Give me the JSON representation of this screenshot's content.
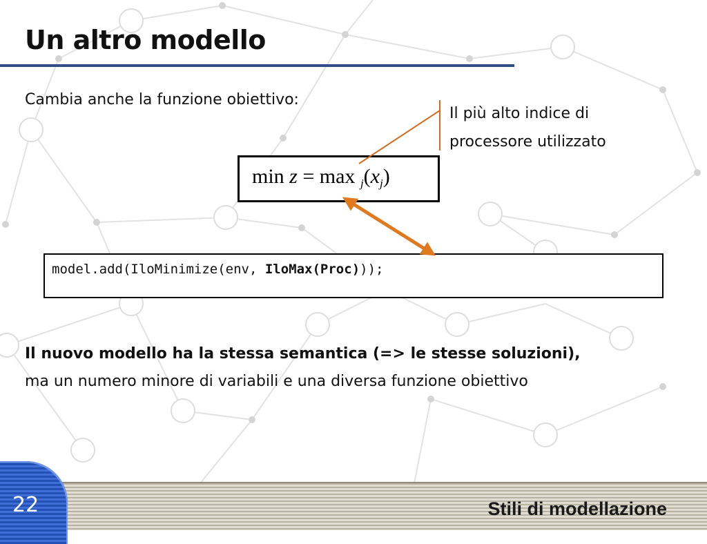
{
  "slide": {
    "title": "Un altro modello",
    "intro": "Cambia anche la funzione obiettivo:",
    "annotation_line1": "Il più alto indice di",
    "annotation_line2": "processore utilizzato",
    "formula": {
      "min": "min",
      "z": "z",
      "eq": "=",
      "max": "max",
      "sub_j": "j",
      "open": "(",
      "x": "x",
      "sub_j2": "j",
      "close": ")"
    },
    "code": {
      "prefix": "model.add(IloMinimize(env, ",
      "bold": "IloMax(Proc)",
      "suffix": "));"
    },
    "conclusion_bold": "Il nuovo modello ha la stessa semantica (=> le stesse soluzioni),",
    "conclusion_normal": "ma un numero minore di variabili e una diversa funzione obiettivo"
  },
  "footer": {
    "page_number": "22",
    "section_title": "Stili di modellazione"
  },
  "colors": {
    "title_rule": "#2f4f86",
    "arrow": "#e07a1f",
    "callout_line": "#d9691a",
    "background_network": "#dcdcdc",
    "page_tab": "#2a58c0"
  }
}
